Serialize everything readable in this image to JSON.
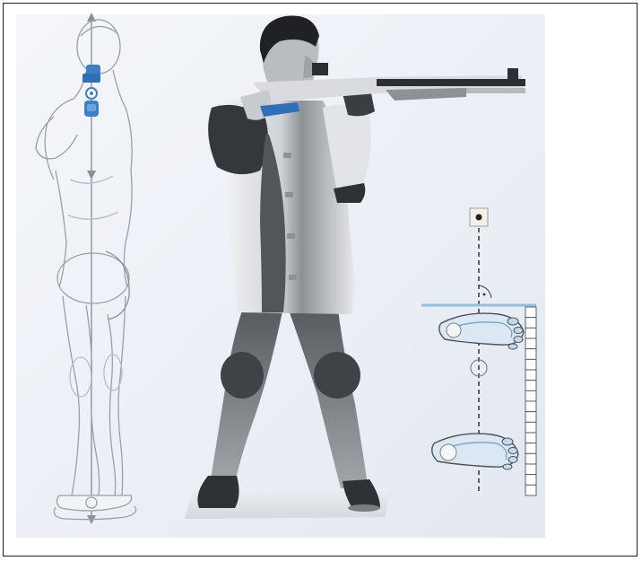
{
  "figure": {
    "colors": {
      "frame_border": "#222222",
      "panel_background": "#eef1f7",
      "sketch_line": "#8a8f99",
      "accent_blue": "#3e7fc7",
      "horizon_line": "#8fc1e3",
      "jacket_dark": "#3b3f44",
      "jacket_light": "#e9eaec",
      "trousers": "#4a4d52",
      "rifle_dark": "#2c2e31",
      "rifle_light": "#d7d9dc",
      "foot_blue": "#cfe3f2"
    },
    "panels": [
      {
        "name": "posture-sketch",
        "description_icon": "skeleton-side-view-icon"
      },
      {
        "name": "shooter-standing-position",
        "description_icon": "rifle-shooter-icon"
      },
      {
        "name": "foot-placement-diagram",
        "description_icon": "footprints-icon"
      }
    ],
    "scale_ticks": 18
  }
}
